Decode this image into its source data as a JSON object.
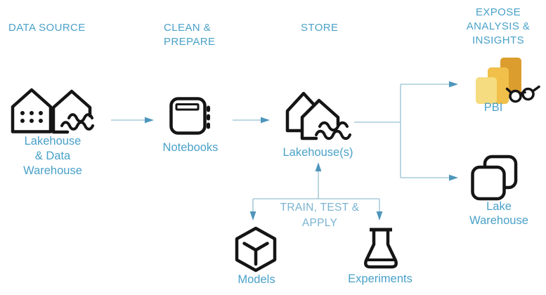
{
  "colors": {
    "text_blue": "#4aa1c9",
    "annotation_blue": "#7ab2d2",
    "line_blue": "#a9cbdb",
    "arrowhead_blue": "#4e96bc",
    "icon_black": "#151515",
    "pbi_back": "#dc9d2f",
    "pbi_mid": "#f0c04a",
    "pbi_front": "#f6dc80"
  },
  "headers": [
    {
      "id": "data-source",
      "label": "DATA SOURCE"
    },
    {
      "id": "clean-prepare",
      "label": "CLEAN &\nPREPARE"
    },
    {
      "id": "store",
      "label": "STORE"
    },
    {
      "id": "expose-analysis-insights",
      "label": "EXPOSE\nANALYSIS &\nINSIGHTS"
    }
  ],
  "nodes": [
    {
      "id": "lakehouse-data-warehouse",
      "label": "Lakehouse\n& Data\nWarehouse",
      "icon": "warehouse-and-lakehouse-houses-icon"
    },
    {
      "id": "notebooks",
      "label": "Notebooks",
      "icon": "notebook-icon"
    },
    {
      "id": "lakehouses",
      "label": "Lakehouse(s)",
      "icon": "stacked-lakehouses-icon"
    },
    {
      "id": "pbi",
      "label": "PBI",
      "icon": "power-bi-bars-with-glasses-icon"
    },
    {
      "id": "lake-warehouse",
      "label": "Lake\nWarehouse",
      "icon": "stacked-squares-icon"
    },
    {
      "id": "models",
      "label": "Models",
      "icon": "cube-icon"
    },
    {
      "id": "experiments",
      "label": "Experiments",
      "icon": "flask-icon"
    }
  ],
  "annotations": {
    "train_test_apply": "TRAIN, TEST &\nAPPLY"
  }
}
